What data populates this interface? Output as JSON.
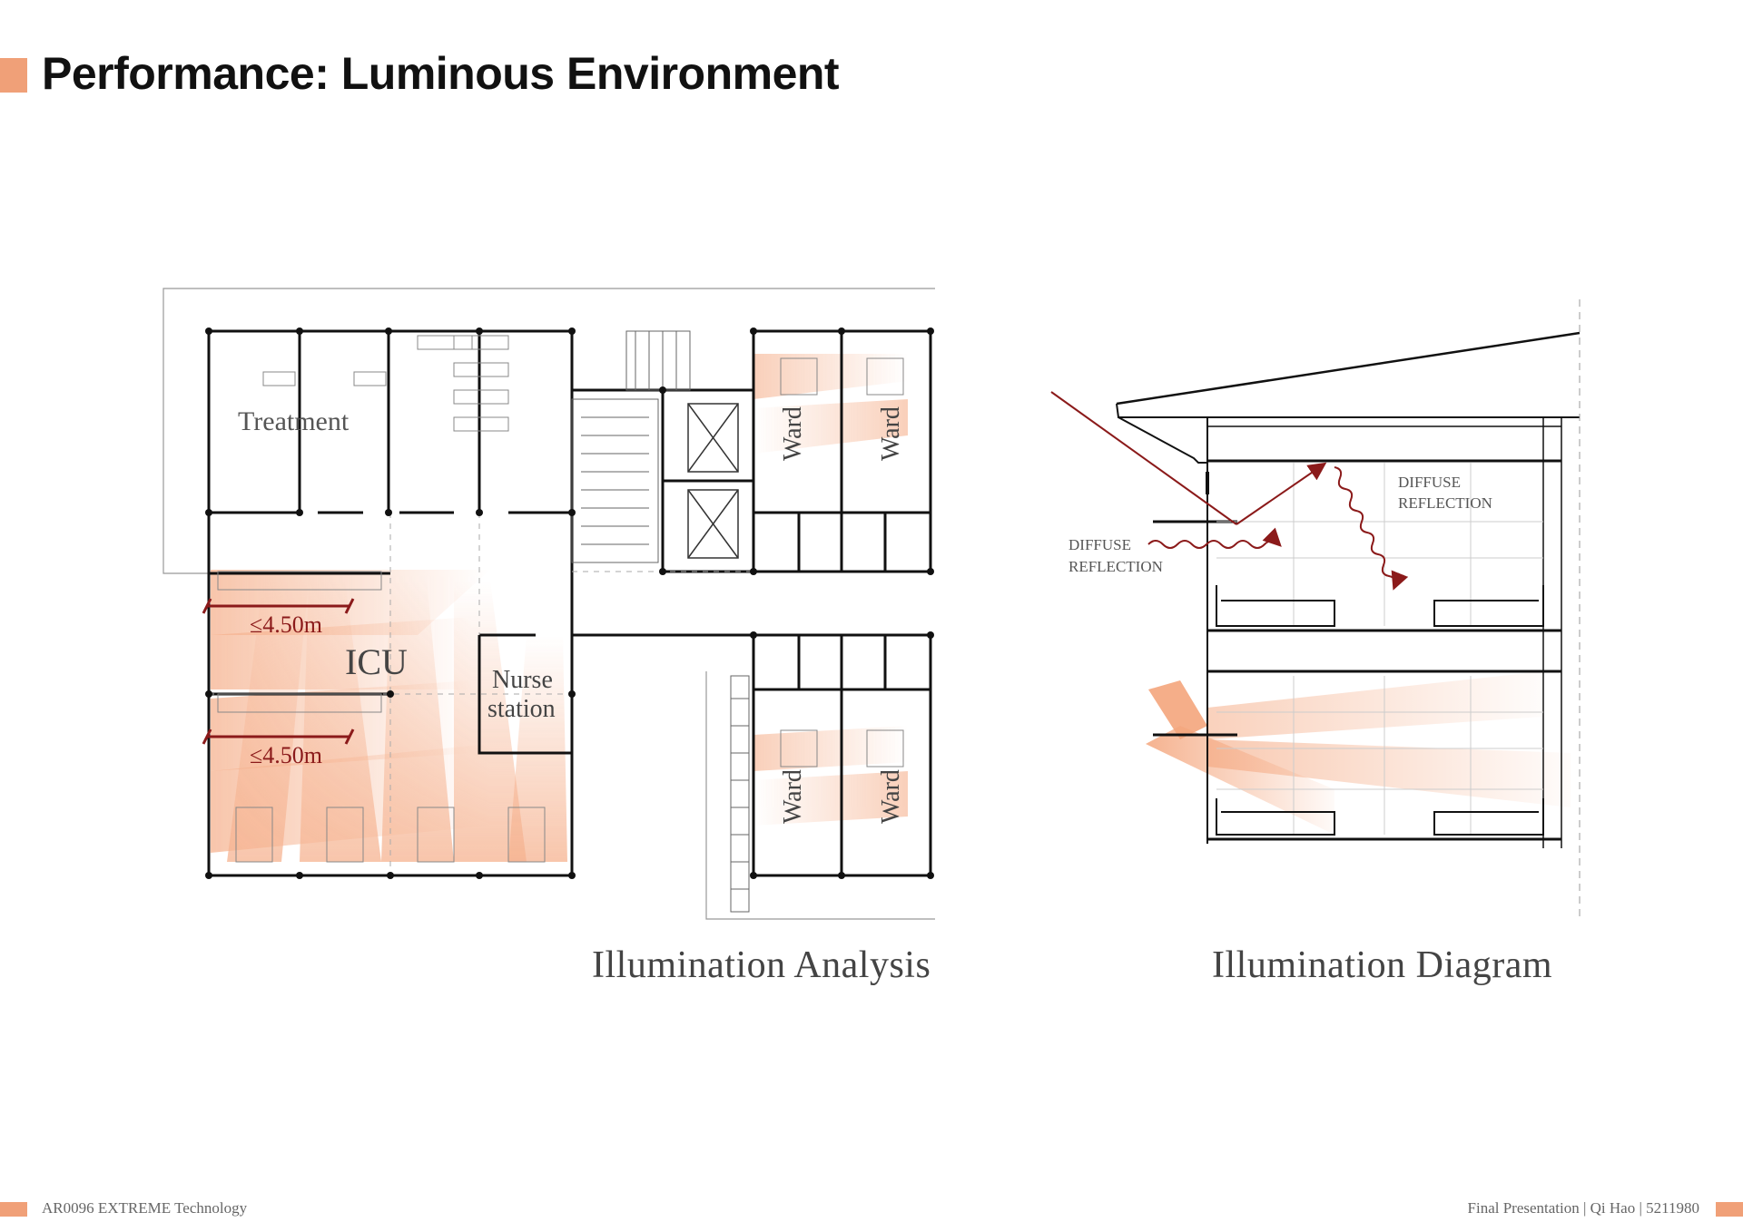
{
  "page": {
    "title": "Performance: Luminous Environment",
    "accent_color": "#f0a078"
  },
  "plan": {
    "caption": "Illumination Analysis",
    "labels": {
      "treatment": "Treatment",
      "icu": "ICU",
      "nurse_line1": "Nurse",
      "nurse_line2": "station",
      "ward": "Ward",
      "dimension": "≤4.50m"
    }
  },
  "section": {
    "caption": "Illumination Diagram",
    "labels": {
      "diffuse": "DIFFUSE",
      "reflection": "REFLECTION"
    }
  },
  "footer": {
    "left": "AR0096 EXTREME Technology",
    "right": "Final Presentation | Qi  Hao | 5211980"
  },
  "colors": {
    "light": "#f4a57c",
    "arrow": "#8b1a1a",
    "wall": "#111111"
  }
}
